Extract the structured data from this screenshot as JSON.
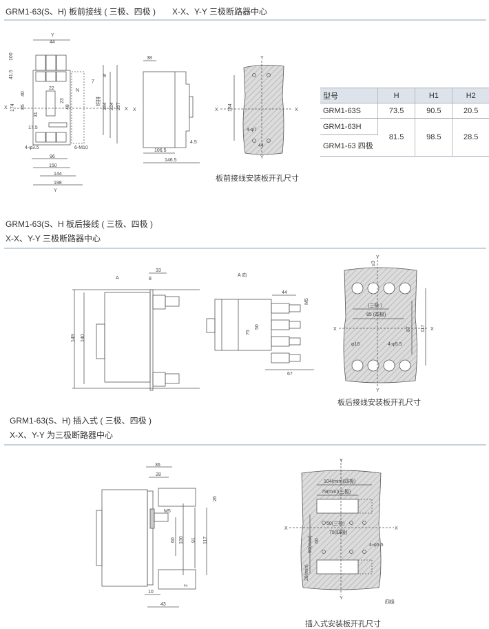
{
  "sections": [
    {
      "title": "GRM1-63(S、H) 板前接线 ( 三极、四极 )　　X-X、Y-Y 三极断路器中心"
    },
    {
      "title": "GRM1-63(S、H 板后接线 ( 三极、四极 )",
      "subtitle": "X-X、Y-Y 三极断路器中心"
    },
    {
      "title": "GRM1-63(S、H) 插入式 ( 三极、四极 )",
      "subtitle": "X-X、Y-Y 为三极断路器中心"
    }
  ],
  "front": {
    "labels": [
      "Y",
      "44",
      "100",
      "41.5",
      "X",
      "174",
      "40",
      "85",
      "22",
      "23",
      "48",
      "N",
      "31",
      "17.5",
      "4-φ3.5",
      "96",
      "150",
      "144",
      "198",
      "Y",
      "6-M10",
      "铜排",
      "184",
      "224",
      "257",
      "9",
      "7",
      "X"
    ],
    "side": [
      "38",
      "106.5",
      "146.5",
      "4.5",
      "X"
    ],
    "panel": [
      "Y",
      "X",
      "X",
      "184",
      "4-φ7",
      "44",
      "Y"
    ],
    "caption": "板前接线安装板开孔尺寸"
  },
  "table": {
    "headers": [
      "型号",
      "H",
      "H1",
      "H2"
    ],
    "rows": [
      {
        "model": "GRM1-63S",
        "h": "73.5",
        "h1": "90.5",
        "h2": "20.5"
      },
      {
        "model": "GRM1-63H",
        "h": "81.5",
        "h1": "98.5",
        "h2": "28.5"
      },
      {
        "model": "GRM1-63 四极"
      }
    ]
  },
  "rear": {
    "labels": [
      "33",
      "A",
      "8",
      "149",
      "140"
    ],
    "aview": [
      "A 向",
      "44",
      "M5",
      "50",
      "75",
      "67"
    ],
    "panel": [
      "Y",
      "≥3",
      "(三极 )",
      "85 (四极)",
      "X",
      "X",
      "87",
      "117",
      "φ18",
      "4-φ5.5",
      "Y"
    ],
    "caption": "板后接线安装板开孔尺寸"
  },
  "plugin": {
    "labels": [
      "36",
      "28",
      "26",
      "M5",
      "60",
      "100",
      "91",
      "117",
      "2",
      "10",
      "43"
    ],
    "panel": [
      "Y",
      "104(min)(四极)",
      "79(min)(三极)",
      "X",
      "X",
      "50(三极)",
      "75(四极)",
      "90(max)",
      "60",
      "4-φ5.5",
      "28(min)",
      "Y",
      "四极"
    ],
    "caption": "插入式安装板开孔尺寸"
  }
}
